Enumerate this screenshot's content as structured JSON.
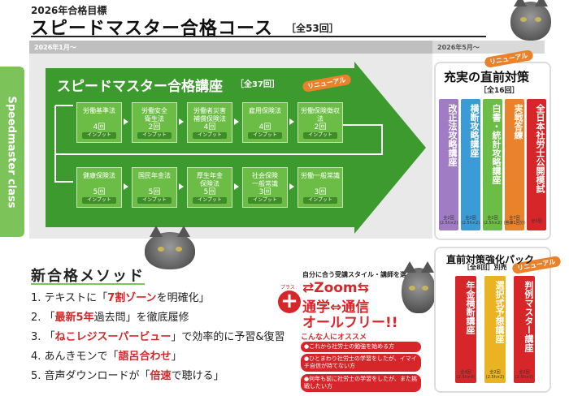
{
  "header": {
    "goal": "2026年合格目標",
    "title": "スピードマスター合格コース",
    "badge": "［全53回］"
  },
  "timeline": {
    "start": "2026年1月〜",
    "mid": "2026年5月〜"
  },
  "sidebar": {
    "label": "Speedmaster class"
  },
  "main_course": {
    "title": "スピードマスター合格講座",
    "count": "［全37回］",
    "renewal": "リニューアル",
    "row1": [
      {
        "name": "労働基準法",
        "count": "4回",
        "btn": "インプット"
      },
      {
        "name": "労働安全\n衛生法",
        "count": "2回",
        "btn": "インプット"
      },
      {
        "name": "労働者災害\n補償保険法",
        "count": "4回",
        "btn": "インプット"
      },
      {
        "name": "雇用保険法",
        "count": "4回",
        "btn": "インプット"
      },
      {
        "name": "労働保険徴収法",
        "count": "2回",
        "btn": "インプット"
      }
    ],
    "row2": [
      {
        "name": "健康保険法",
        "count": "5回",
        "btn": "インプット"
      },
      {
        "name": "国民年金法",
        "count": "5回",
        "btn": "インプット"
      },
      {
        "name": "厚生年金\n保険法",
        "count": "5回",
        "btn": "インプット"
      },
      {
        "name": "社会保険\n一般常識",
        "count": "3回",
        "btn": "インプット"
      },
      {
        "name": "労働一般常識",
        "count": "3回",
        "btn": "インプット"
      }
    ]
  },
  "direct_course": {
    "title": "充実の直前対策",
    "count": "［全16回］",
    "renewal": "リニューアル",
    "items": [
      {
        "name": "改正法攻略講座",
        "foot": "全2回\n(2.5h×2)",
        "color": "#a07cc5"
      },
      {
        "name": "横断攻略講座",
        "foot": "全2回\n(2.5h×2)",
        "color": "#3a9bd6"
      },
      {
        "name": "白書・統計攻略講座",
        "foot": "全2回\n(2.5h×2)",
        "color": "#6cbd45"
      },
      {
        "name": "実戦答練",
        "foot": "全7回\n(答練1回分)",
        "color": "#e9822a"
      },
      {
        "name": "全日本社労士公開模試",
        "foot": "全3回",
        "color": "#d6262a"
      }
    ]
  },
  "method": {
    "title": "新合格メソッド",
    "items": [
      {
        "pre": "1. テキストに「",
        "hl": "7割ゾーン",
        "post": "を明確化」"
      },
      {
        "pre": "2. 「",
        "hl": "最新5年",
        "post": "過去問」を徹底履修"
      },
      {
        "pre": "3. 「",
        "hl": "ねこレジスーパービュー",
        "post": "」で効率的に予習&復習"
      },
      {
        "pre": "4. あんきモンで「",
        "hl": "語呂合わせ",
        "post": "」"
      },
      {
        "pre": "5. 音声ダウンロードが「",
        "hl": "倍速",
        "post": "で聴ける」"
      }
    ]
  },
  "style": {
    "plus_label": "プラス",
    "sub": "自分に合う受講スタイル・講師を選べる!",
    "line1": "⇄Zoom⇆",
    "line2": "通学⇔通信",
    "line3": "オールフリー!!",
    "rec_title": "こんな人にオススメ",
    "recs": [
      "●これから社労士の勉強を始める方",
      "●ひとまわり社労士の学習をしたが、イマイチ自信が持てない方",
      "●何年も前に社労士の学習をしたが、また挑戦したい方"
    ]
  },
  "pack": {
    "title": "直前対策強化パック",
    "count": "［全8回］別売",
    "renewal": "リニューアル",
    "items": [
      {
        "name": "年金横断講座",
        "foot": "全4回\n(2.5h×4)",
        "color": "#d6262a"
      },
      {
        "name": "選択式予想講座",
        "foot": "全2回\n(2.5h×2)",
        "color": "#e9b321"
      },
      {
        "name": "判例マスター講座",
        "foot": "全2回\n(2.5h×2)",
        "color": "#d6262a"
      }
    ]
  }
}
